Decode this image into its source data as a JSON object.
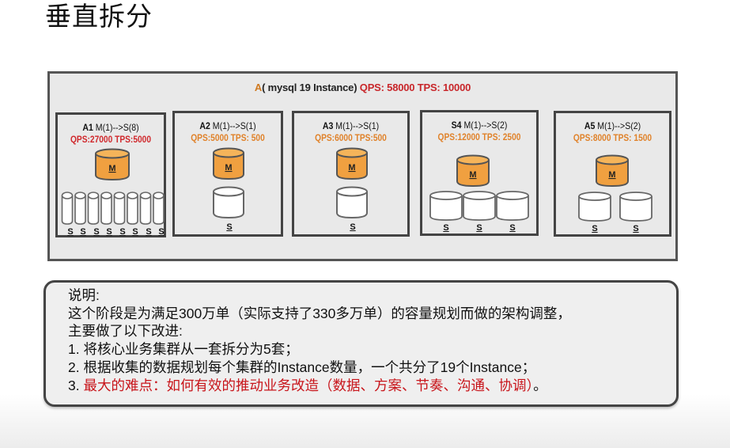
{
  "title": "垂直拆分",
  "diagram": {
    "header": {
      "prefix": "A",
      "label": "( mysql 19 Instance)",
      "qps": "QPS:  58000",
      "tps": "TPS:  10000"
    },
    "clusters": [
      {
        "id": "A1",
        "topology": "M(1)-->S(8)",
        "metrics": "QPS:27000 TPS:5000",
        "metric_color": "#d0282c",
        "master_label": "M",
        "slave_label": "S",
        "slave_count": 8
      },
      {
        "id": "A2",
        "topology": "M(1)-->S(1)",
        "metrics": "QPS:5000 TPS: 500",
        "metric_color": "#e0822a",
        "master_label": "M",
        "slave_label": "S",
        "slave_count": 1
      },
      {
        "id": "A3",
        "topology": "M(1)-->S(1)",
        "metrics": "QPS:6000 TPS:500",
        "metric_color": "#e0822a",
        "master_label": "M",
        "slave_label": "S",
        "slave_count": 1
      },
      {
        "id": "S4",
        "topology": "M(1)-->S(2)",
        "metrics": "QPS:12000 TPS: 2500",
        "metric_color": "#e0822a",
        "master_label": "M",
        "slave_label": "S",
        "slave_count": 3
      },
      {
        "id": "A5",
        "topology": "M(1)-->S(2)",
        "metrics": "QPS:8000 TPS: 1500",
        "metric_color": "#e0822a",
        "master_label": "M",
        "slave_label": "S",
        "slave_count": 2
      }
    ],
    "colors": {
      "master_fill": "#f0a040",
      "slave_fill": "#ffffff",
      "box_bg": "#e9e9e9",
      "border": "#444444"
    }
  },
  "description": {
    "heading": "说明:",
    "line1": "这个阶段是为满足300万单（实际支持了330多万单）的容量规划而做的架构调整，",
    "line2": "主要做了以下改进:",
    "item1": "1. 将核心业务集群从一套拆分为5套；",
    "item2": "2. 根据收集的数据规划每个集群的Instance数量，一个共分了19个Instance；",
    "item3_prefix": "3. ",
    "item3_red": "最大的难点：如何有效的推动业务改造（数据、方案、节奏、沟通、协调）",
    "item3_suffix": "。",
    "highlight_color": "#c8151b"
  }
}
